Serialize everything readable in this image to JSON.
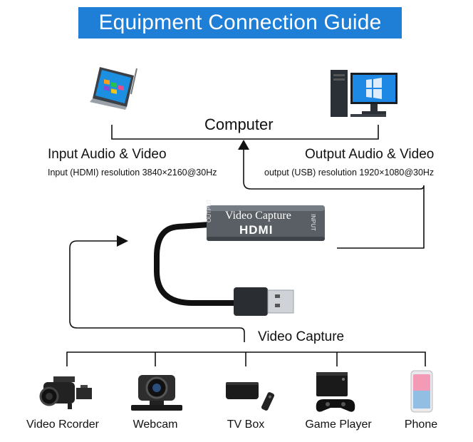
{
  "title": "Equipment Connection Guide",
  "computer": {
    "label": "Computer",
    "laptop_icon": "tablet-laptop-icon",
    "desktop_icon": "desktop-pc-icon"
  },
  "input_side": {
    "heading": "Input Audio & Video",
    "resolution": "Input (HDMI) resolution 3840×2160@30Hz"
  },
  "output_side": {
    "heading": "Output Audio & Video",
    "resolution": "output (USB) resolution 1920×1080@30Hz"
  },
  "capture_device": {
    "label": "Video Capture",
    "brand_line": "Video Capture",
    "logo": "HDMI",
    "port_left": "OUTPUT",
    "port_right": "INPUT"
  },
  "devices": [
    {
      "label": "Video Rcorder",
      "icon": "camcorder-icon"
    },
    {
      "label": "Webcam",
      "icon": "webcam-icon"
    },
    {
      "label": "TV Box",
      "icon": "tv-box-icon"
    },
    {
      "label": "Game Player",
      "icon": "game-console-icon"
    },
    {
      "label": "Phone",
      "icon": "smartphone-icon"
    }
  ],
  "colors": {
    "banner": "#1f7fd6",
    "lines": "#111111",
    "device_body": "#5a5f66"
  }
}
